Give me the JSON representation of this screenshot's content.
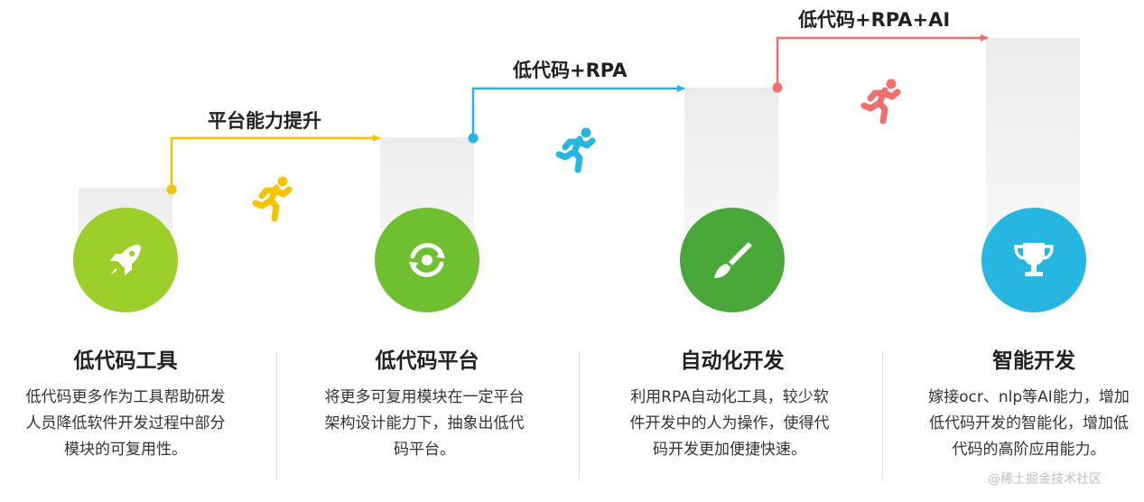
{
  "steps": [
    {
      "label": "平台能力提升",
      "color": "#f5c400"
    },
    {
      "label": "低代码+RPA",
      "color": "#27b6e0"
    },
    {
      "label": "低代码+RPA+AI",
      "color": "#ef6f6f"
    }
  ],
  "stages": [
    {
      "title": "低代码工具",
      "icon": "rocket-icon",
      "color": "#9ccf2a",
      "description": "低代码更多作为工具帮助研发人员降低软件开发过程中部分模块的可复用性。"
    },
    {
      "title": "低代码平台",
      "icon": "sync-icon",
      "color": "#6fbf31",
      "description": "将更多可复用模块在一定平台架构设计能力下，抽象出低代码平台。"
    },
    {
      "title": "自动化开发",
      "icon": "brush-icon",
      "color": "#4aa83a",
      "description": "利用RPA自动化工具，较少软件开发中的人为操作，使得代码开发更加便捷快速。"
    },
    {
      "title": "智能开发",
      "icon": "trophy-icon",
      "color": "#27b6e0",
      "description": "嫁接ocr、nlp等AI能力，增加低代码开发的智能化，增加低代码的高阶应用能力。"
    }
  ],
  "watermark": "@稀土掘金技术社区"
}
